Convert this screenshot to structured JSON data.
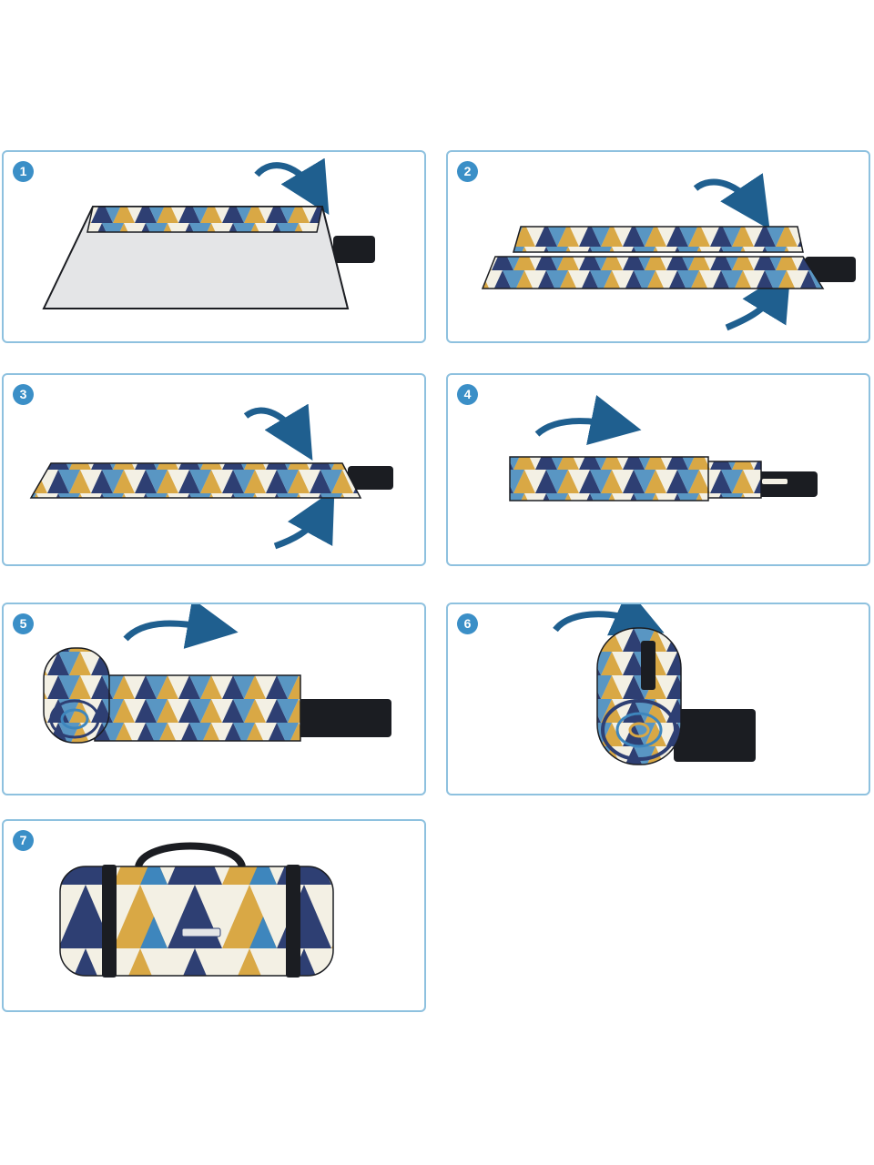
{
  "steps": [
    {
      "number": "1",
      "scene": "open-blanket"
    },
    {
      "number": "2",
      "scene": "fold-in-half"
    },
    {
      "number": "3",
      "scene": "fold-to-strip"
    },
    {
      "number": "4",
      "scene": "fold-strip-in-half"
    },
    {
      "number": "5",
      "scene": "start-rolling"
    },
    {
      "number": "6",
      "scene": "rolled-up"
    },
    {
      "number": "7",
      "scene": "closed-roll-with-handle"
    }
  ],
  "colors": {
    "panel_border": "#8ec1df",
    "badge": "#3b8fc7",
    "arrow": "#1f5f8f",
    "navy": "#2e3f73",
    "mustard": "#d9a845",
    "sky": "#3e86bd",
    "cream": "#f3f0e4",
    "backing": "#e4e5e7",
    "strap": "#1b1d22"
  }
}
